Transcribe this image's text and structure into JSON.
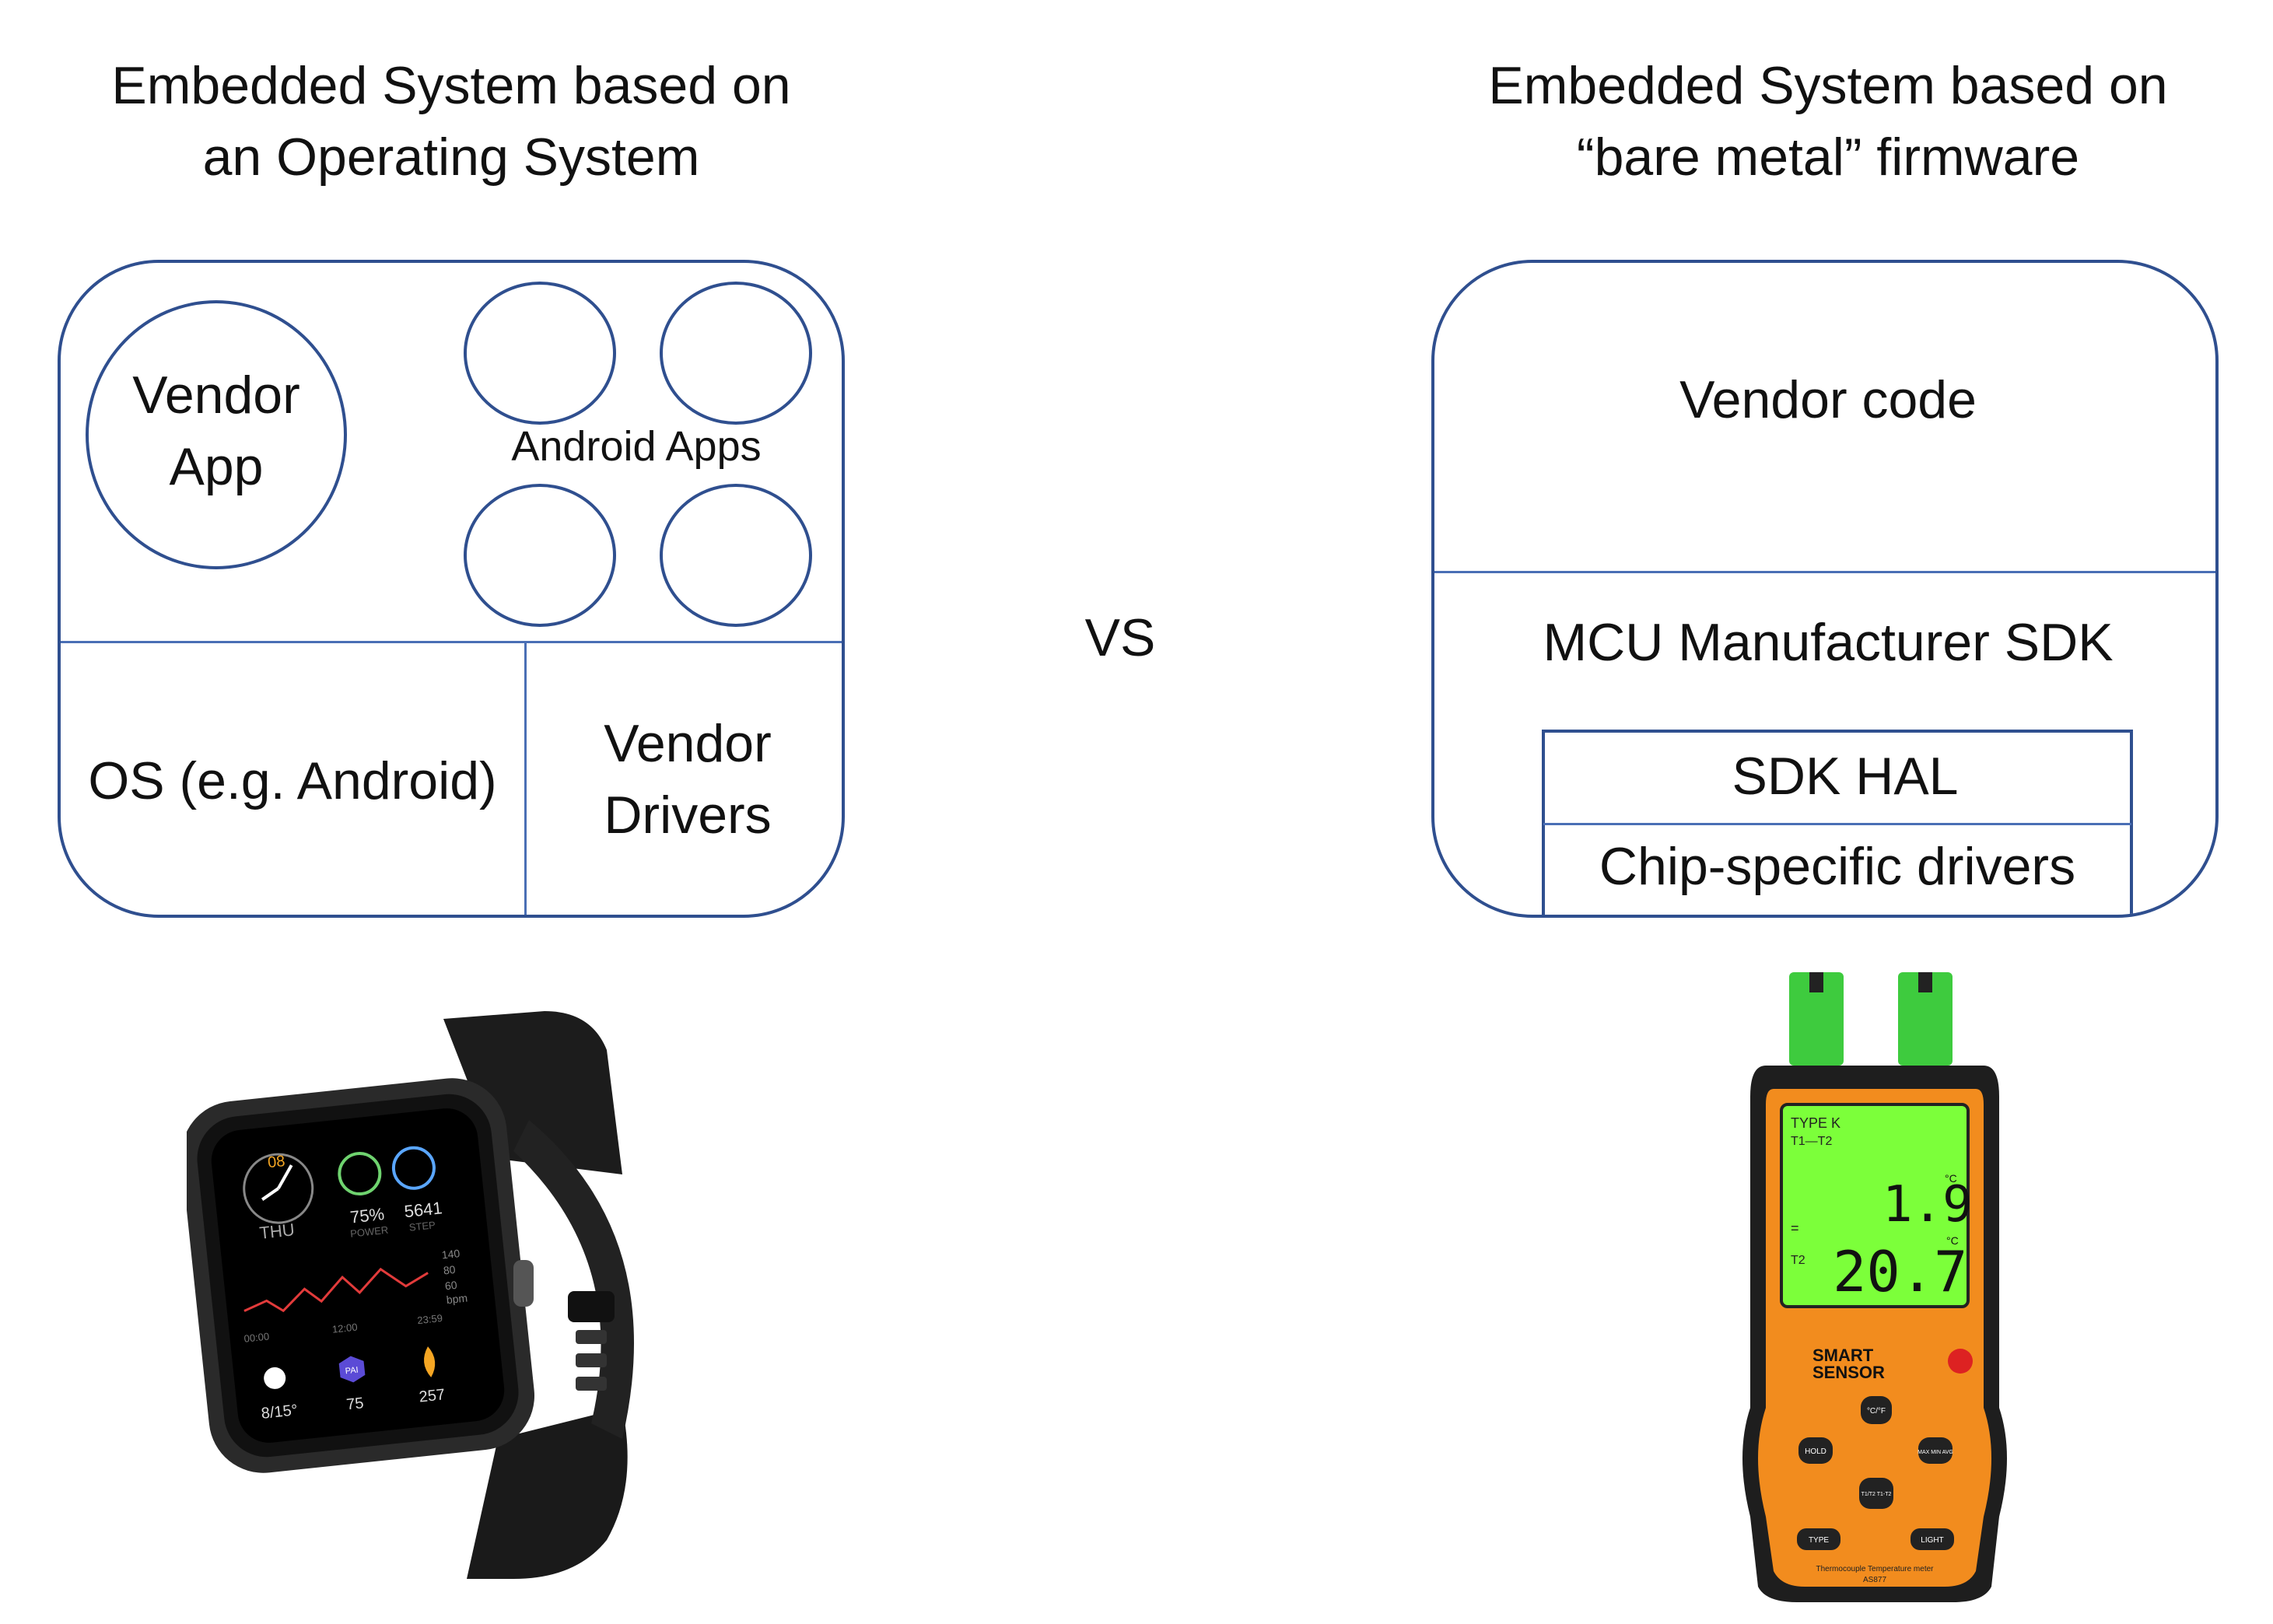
{
  "left": {
    "title_line1": "Embedded System based on",
    "title_line2": "an Operating System",
    "vendor_app_line1": "Vendor",
    "vendor_app_line2": "App",
    "android_apps": "Android Apps",
    "os": "OS (e.g. Android)",
    "drivers_line1": "Vendor",
    "drivers_line2": "Drivers"
  },
  "vs": "VS",
  "right": {
    "title_line1": "Embedded System based on",
    "title_line2": "“bare metal” firmware",
    "vendor_code": "Vendor code",
    "sdk": "MCU Manufacturer SDK",
    "hal": "SDK HAL",
    "chip_drivers": "Chip-specific drivers"
  },
  "watch": {
    "date": "08",
    "day": "THU",
    "power_value": "75%",
    "power_label": "POWER",
    "step_value": "5641",
    "step_label": "STEP",
    "hr_ticks": [
      "140",
      "80",
      "60",
      "bpm"
    ],
    "time_ticks": [
      "00:00",
      "12:00",
      "23:59"
    ],
    "bottom_weather": "8/15°",
    "bottom_pai_badge": "PAI",
    "bottom_pai": "75",
    "bottom_cal": "257"
  },
  "meter": {
    "type": "TYPE K",
    "mode": "T1—T2",
    "eq": "=",
    "t2": "T2",
    "val1": "1.9",
    "val2": "20.7",
    "unit": "°C",
    "brand1": "SMART",
    "brand2": "SENSOR",
    "btn_cf": "°C/°F",
    "btn_hold": "HOLD",
    "btn_max": "MAX MIN AVG",
    "btn_t1t2": "T1/T2 T1-T2",
    "btn_type": "TYPE",
    "btn_light": "LIGHT",
    "footer": "Thermocouple Temperature meter",
    "model": "AS877"
  },
  "colors": {
    "stroke": "#2F4F8F",
    "divider": "#4A6FB5",
    "meter_orange": "#F28C1E",
    "lcd_green": "#7CFF3A"
  }
}
